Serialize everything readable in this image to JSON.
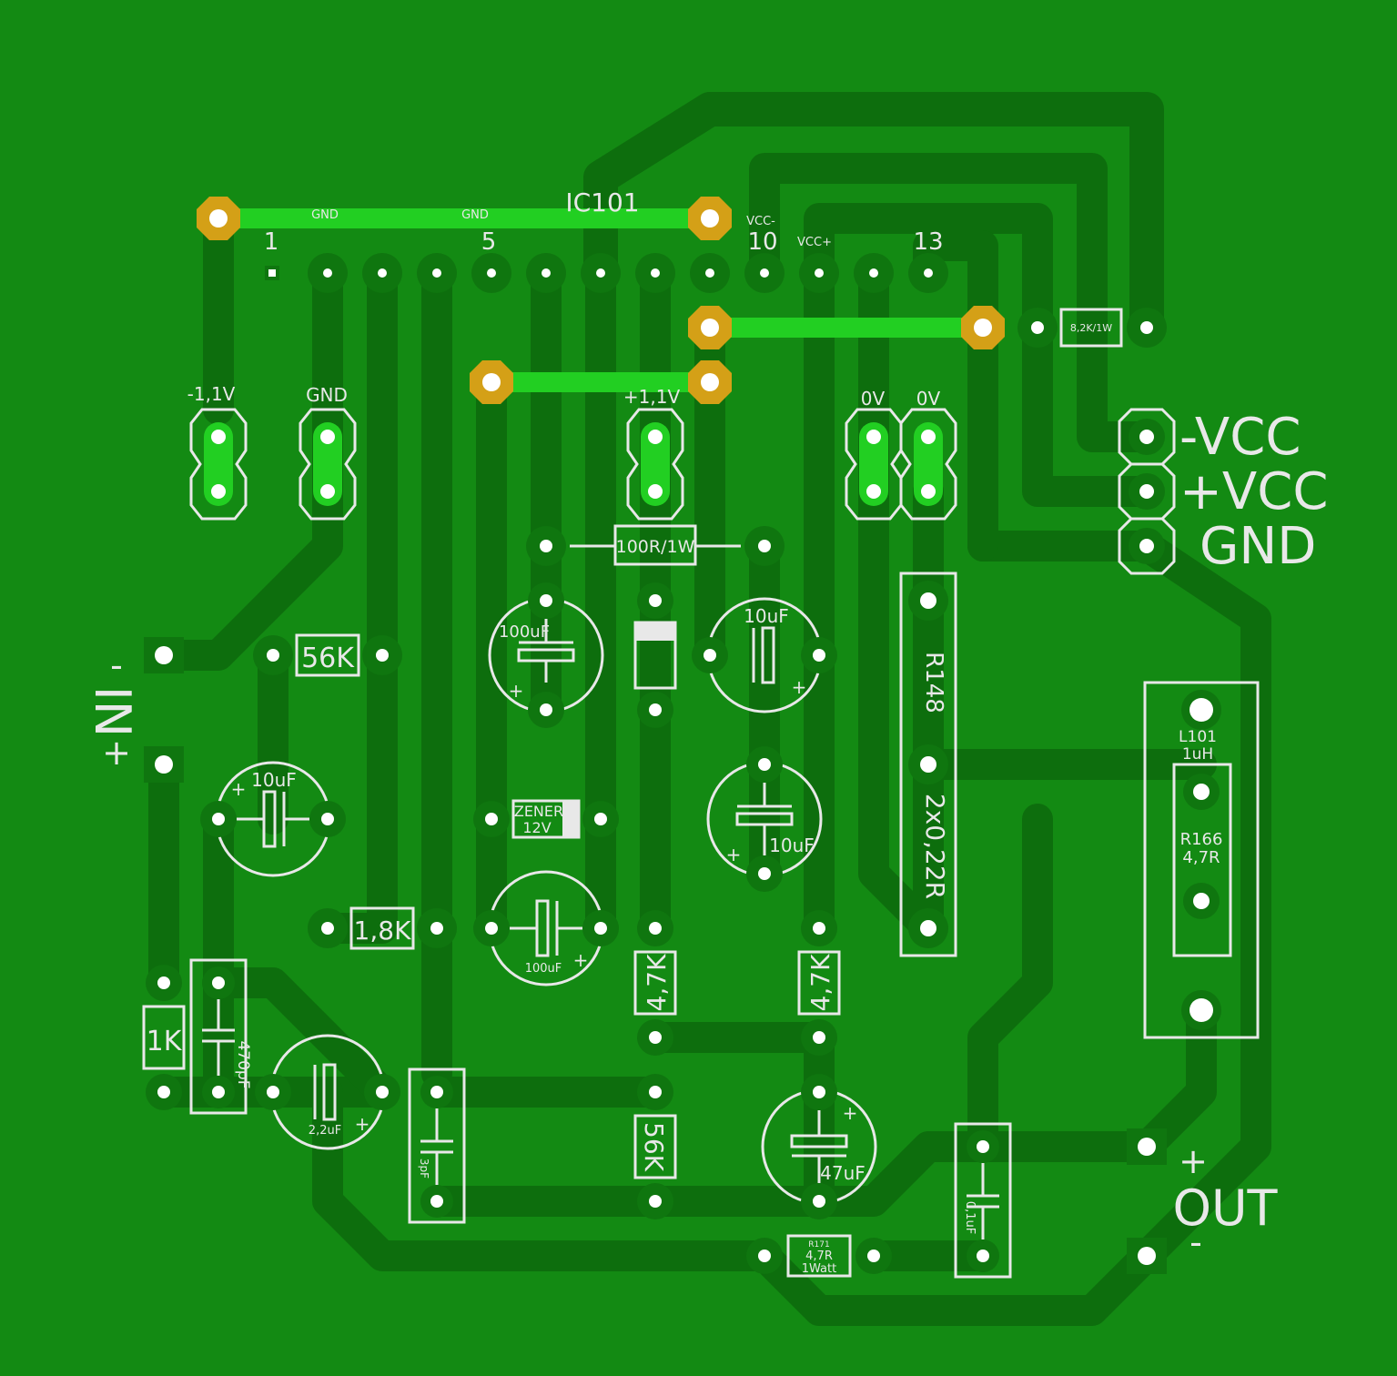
{
  "board": {
    "ic_label": "IC101",
    "pins": {
      "p1": "1",
      "p5": "5",
      "p10": "10",
      "p13": "13"
    },
    "pin_names": {
      "gnd_a": "GND",
      "gnd_b": "GND",
      "vcc_minus": "VCC-",
      "vcc_plus": "VCC+"
    },
    "test_points": {
      "neg": "-1,1V",
      "gnd": "GND",
      "pos": "+1,1V",
      "ov1": "0V",
      "ov2": "0V"
    },
    "power": {
      "vneg": "-VCC",
      "vpos": "+VCC",
      "gnd": "GND"
    },
    "input": {
      "label": "IN",
      "minus": "-",
      "plus": "+"
    },
    "output": {
      "label": "OUT",
      "plus": "+",
      "minus": "-"
    },
    "parts": {
      "r_82k": "8,2K/1W",
      "r_100r": "100R/1W",
      "r148": "R148",
      "r148_val": "2x0,22R",
      "l101": "L101",
      "l101_val": "1uH",
      "r166": "R166",
      "r166_val": "4,7R",
      "r_56k_a": "56K",
      "r_18k": "1,8K",
      "r_1k": "1K",
      "c_470pf": "470pF",
      "c_22uf": "2,2uF",
      "c_3pf": "3pF",
      "r_56k_b": "56K",
      "r_47k_a": "4,7K",
      "r_47k_b": "4,7K",
      "c_47uf": "47uF",
      "c_01uf": "0,1uF",
      "r171": "R171",
      "r171_val": "4,7R",
      "r171_w": "1Watt",
      "c_100uf_a": "100uF",
      "c_100uf_b": "100uF",
      "c_10uf_a": "10uF",
      "c_10uf_b": "10uF",
      "c_10uf_c": "10uF",
      "zener": "ZENER",
      "zener_val": "12V",
      "cap_plus": "+"
    }
  }
}
